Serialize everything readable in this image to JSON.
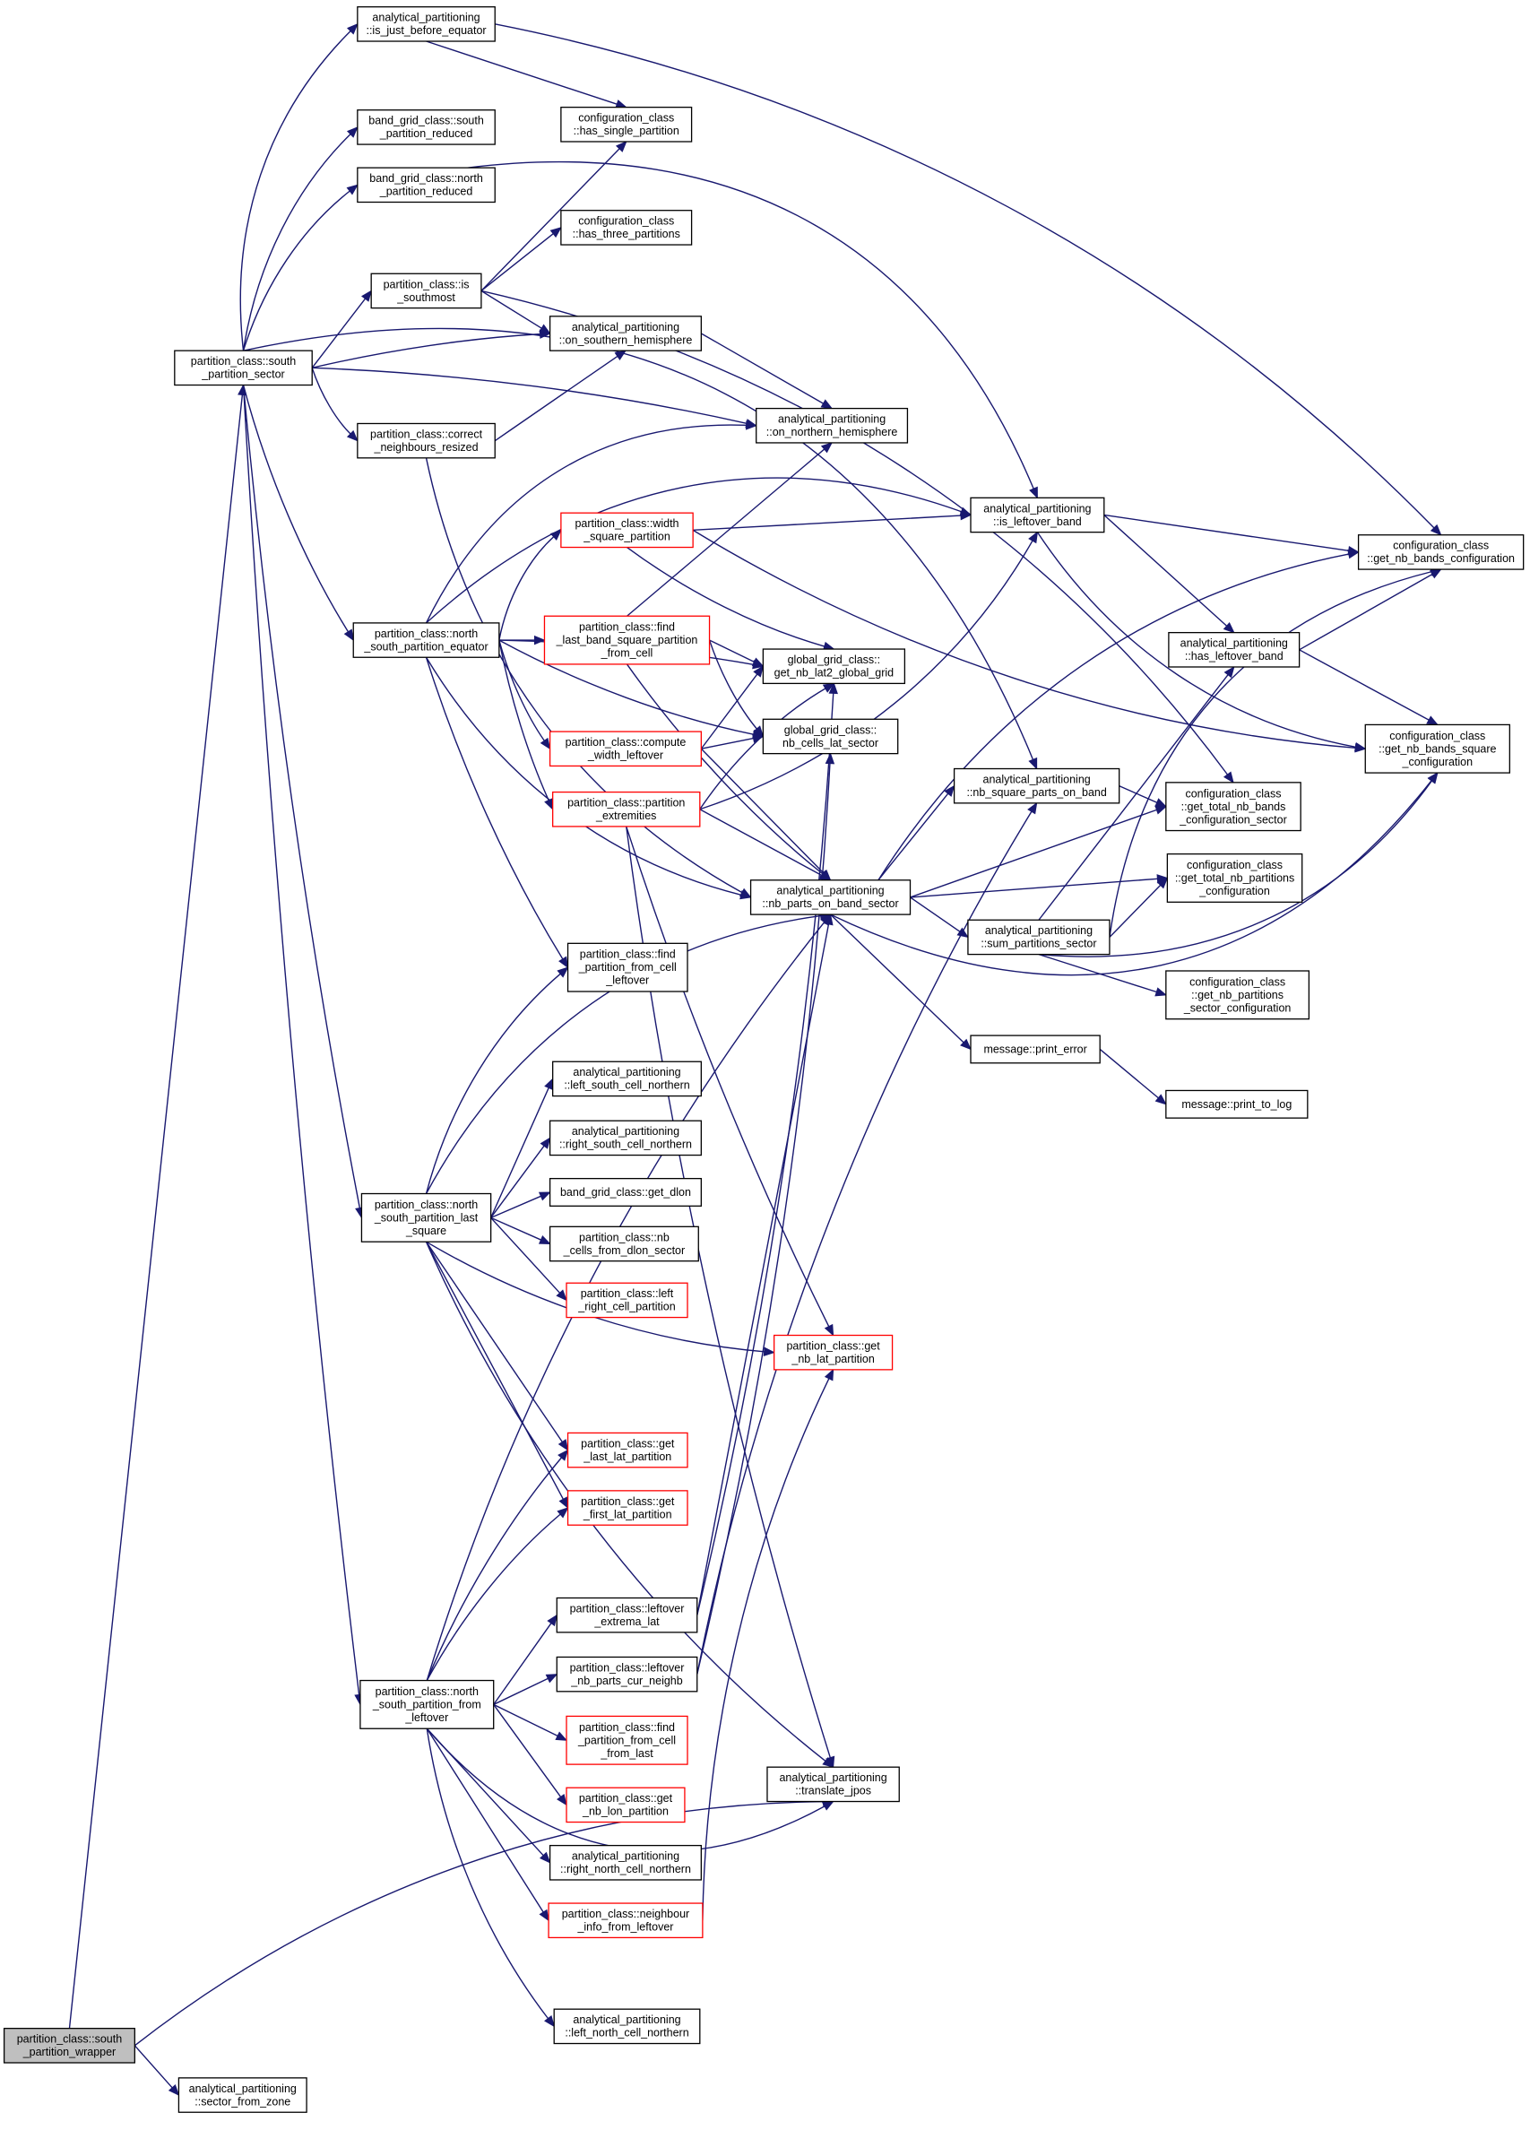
{
  "colors": {
    "edge": "#191970",
    "node_border": "#000000",
    "truncated_border": "#ff0000",
    "root_fill": "#bfbfbf",
    "node_fill": "#ffffff"
  },
  "nodes": [
    {
      "id": "wrapper",
      "lines": [
        "partition_class::south",
        "_partition_wrapper"
      ],
      "style": "root"
    },
    {
      "id": "sector_from_zone",
      "lines": [
        "analytical_partitioning",
        "::sector_from_zone"
      ]
    },
    {
      "id": "sps",
      "lines": [
        "partition_class::south",
        "_partition_sector"
      ]
    },
    {
      "id": "is_just_before_equator",
      "lines": [
        "analytical_partitioning",
        "::is_just_before_equator"
      ]
    },
    {
      "id": "bg_south_reduced",
      "lines": [
        "band_grid_class::south",
        "_partition_reduced"
      ]
    },
    {
      "id": "bg_north_reduced",
      "lines": [
        "band_grid_class::north",
        "_partition_reduced"
      ]
    },
    {
      "id": "is_southmost",
      "lines": [
        "partition_class::is",
        "_southmost"
      ]
    },
    {
      "id": "correct_neighbours",
      "lines": [
        "partition_class::correct",
        "_neighbours_resized"
      ]
    },
    {
      "id": "nspe",
      "lines": [
        "partition_class::north",
        "_south_partition_equator"
      ]
    },
    {
      "id": "nspls",
      "lines": [
        "partition_class::north",
        "_south_partition_last",
        "_square"
      ]
    },
    {
      "id": "nspfl",
      "lines": [
        "partition_class::north",
        "_south_partition_from",
        "_leftover"
      ]
    },
    {
      "id": "has_single",
      "lines": [
        "configuration_class",
        "::has_single_partition"
      ]
    },
    {
      "id": "has_three",
      "lines": [
        "configuration_class",
        "::has_three_partitions"
      ]
    },
    {
      "id": "on_southern",
      "lines": [
        "analytical_partitioning",
        "::on_southern_hemisphere"
      ]
    },
    {
      "id": "on_northern",
      "lines": [
        "analytical_partitioning",
        "::on_northern_hemisphere"
      ]
    },
    {
      "id": "width_square",
      "lines": [
        "partition_class::width",
        "_square_partition"
      ],
      "style": "truncated"
    },
    {
      "id": "find_last_band",
      "lines": [
        "partition_class::find",
        "_last_band_square_partition",
        "_from_cell"
      ],
      "style": "truncated"
    },
    {
      "id": "get_nb_lat2",
      "lines": [
        "global_grid_class::",
        "get_nb_lat2_global_grid"
      ]
    },
    {
      "id": "compute_width",
      "lines": [
        "partition_class::compute",
        "_width_leftover"
      ],
      "style": "truncated"
    },
    {
      "id": "nb_cells_lat",
      "lines": [
        "global_grid_class::",
        "nb_cells_lat_sector"
      ]
    },
    {
      "id": "partition_extremities",
      "lines": [
        "partition_class::partition",
        "_extremities"
      ],
      "style": "truncated"
    },
    {
      "id": "nb_parts_on_band",
      "lines": [
        "analytical_partitioning",
        "::nb_parts_on_band_sector"
      ]
    },
    {
      "id": "find_from_cell_leftover",
      "lines": [
        "partition_class::find",
        "_partition_from_cell",
        "_leftover"
      ]
    },
    {
      "id": "left_south_north",
      "lines": [
        "analytical_partitioning",
        "::left_south_cell_northern"
      ]
    },
    {
      "id": "right_south_north",
      "lines": [
        "analytical_partitioning",
        "::right_south_cell_northern"
      ]
    },
    {
      "id": "get_dlon",
      "lines": [
        "band_grid_class::get_dlon"
      ]
    },
    {
      "id": "nb_cells_from_dlon",
      "lines": [
        "partition_class::nb",
        "_cells_from_dlon_sector"
      ]
    },
    {
      "id": "left_right_cell",
      "lines": [
        "partition_class::left",
        "_right_cell_partition"
      ],
      "style": "truncated"
    },
    {
      "id": "get_nb_lat_partition",
      "lines": [
        "partition_class::get",
        "_nb_lat_partition"
      ],
      "style": "truncated"
    },
    {
      "id": "get_last_lat",
      "lines": [
        "partition_class::get",
        "_last_lat_partition"
      ],
      "style": "truncated"
    },
    {
      "id": "get_first_lat",
      "lines": [
        "partition_class::get",
        "_first_lat_partition"
      ],
      "style": "truncated"
    },
    {
      "id": "leftover_extrema",
      "lines": [
        "partition_class::leftover",
        "_extrema_lat"
      ]
    },
    {
      "id": "leftover_nb_parts",
      "lines": [
        "partition_class::leftover",
        "_nb_parts_cur_neighb"
      ]
    },
    {
      "id": "find_from_cell_last",
      "lines": [
        "partition_class::find",
        "_partition_from_cell",
        "_from_last"
      ],
      "style": "truncated"
    },
    {
      "id": "get_nb_lon",
      "lines": [
        "partition_class::get",
        "_nb_lon_partition"
      ],
      "style": "truncated"
    },
    {
      "id": "right_north_north",
      "lines": [
        "analytical_partitioning",
        "::right_north_cell_northern"
      ]
    },
    {
      "id": "neighbour_info",
      "lines": [
        "partition_class::neighbour",
        "_info_from_leftover"
      ],
      "style": "truncated"
    },
    {
      "id": "left_north_north",
      "lines": [
        "analytical_partitioning",
        "::left_north_cell_northern"
      ]
    },
    {
      "id": "translate_jpos",
      "lines": [
        "analytical_partitioning",
        "::translate_jpos"
      ]
    },
    {
      "id": "is_leftover_band",
      "lines": [
        "analytical_partitioning",
        "::is_leftover_band"
      ]
    },
    {
      "id": "nb_square_parts",
      "lines": [
        "analytical_partitioning",
        "::nb_square_parts_on_band"
      ]
    },
    {
      "id": "sum_partitions",
      "lines": [
        "analytical_partitioning",
        "::sum_partitions_sector"
      ]
    },
    {
      "id": "print_error",
      "lines": [
        "message::print_error"
      ]
    },
    {
      "id": "print_to_log",
      "lines": [
        "message::print_to_log"
      ]
    },
    {
      "id": "has_leftover_band",
      "lines": [
        "analytical_partitioning",
        "::has_leftover_band"
      ]
    },
    {
      "id": "get_nb_bands_conf",
      "lines": [
        "configuration_class",
        "::get_nb_bands_configuration"
      ]
    },
    {
      "id": "get_nb_bands_square",
      "lines": [
        "configuration_class",
        "::get_nb_bands_square",
        "_configuration"
      ]
    },
    {
      "id": "get_total_nb_bands",
      "lines": [
        "configuration_class",
        "::get_total_nb_bands",
        "_configuration_sector"
      ]
    },
    {
      "id": "get_total_nb_partitions",
      "lines": [
        "configuration_class",
        "::get_total_nb_partitions",
        "_configuration"
      ]
    },
    {
      "id": "nb_partitions_sector",
      "lines": [
        "configuration_class",
        "::get_nb_partitions",
        "_sector_configuration"
      ]
    }
  ]
}
